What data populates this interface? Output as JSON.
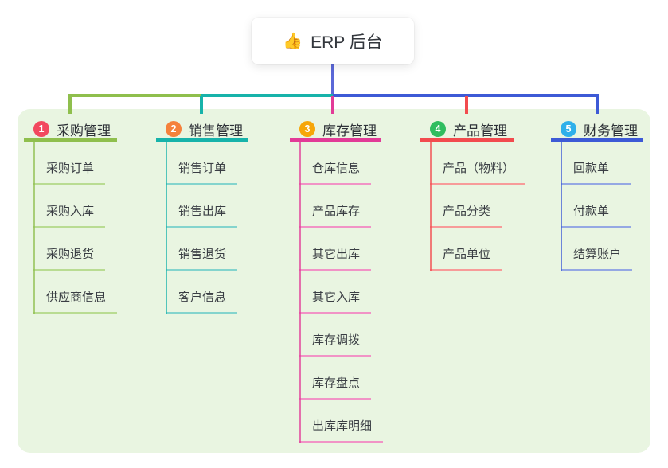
{
  "root": {
    "icon": "👍",
    "title": "ERP 后台"
  },
  "branches": [
    {
      "index": "1",
      "label": "采购管理",
      "color": "#8fbf4d",
      "child_line_color": "#b9dc92",
      "badge_color": "#f2495f",
      "children": [
        "采购订单",
        "采购入库",
        "采购退货",
        "供应商信息"
      ]
    },
    {
      "index": "2",
      "label": "销售管理",
      "color": "#17b3aa",
      "child_line_color": "#84d4cd",
      "badge_color": "#f5813b",
      "children": [
        "销售订单",
        "销售出库",
        "销售退货",
        "客户信息"
      ]
    },
    {
      "index": "3",
      "label": "库存管理",
      "color": "#e23b97",
      "child_line_color": "#f193c6",
      "badge_color": "#f6a609",
      "children": [
        "仓库信息",
        "产品库存",
        "其它出库",
        "其它入库",
        "库存调拨",
        "库存盘点",
        "出库库明细"
      ]
    },
    {
      "index": "4",
      "label": "产品管理",
      "color": "#f24b4e",
      "child_line_color": "#f79b99",
      "badge_color": "#2fbd5f",
      "children": [
        "产品（物料）",
        "产品分类",
        "产品单位"
      ]
    },
    {
      "index": "5",
      "label": "财务管理",
      "color": "#3d5ad6",
      "child_line_color": "#95a8e3",
      "badge_color": "#2fb0ea",
      "children": [
        "回款单",
        "付款单",
        "结算账户"
      ]
    }
  ],
  "colors": {
    "panel_background": "#e9f5e1",
    "root_connector": "#5b68d8",
    "canvas": "#ffffff"
  }
}
